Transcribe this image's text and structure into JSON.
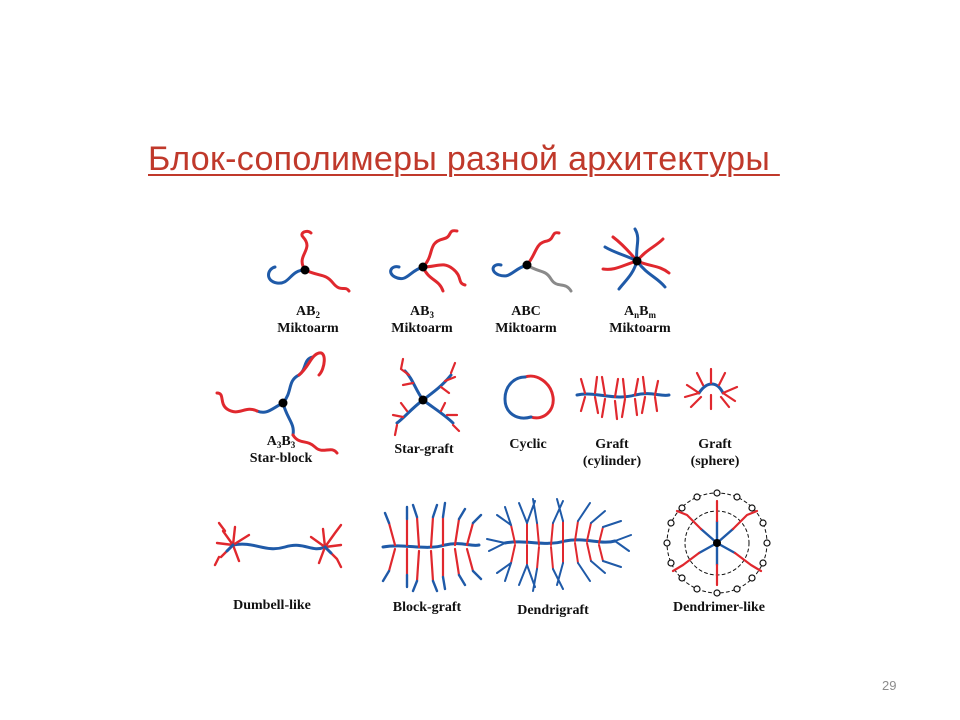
{
  "slide": {
    "title": "Блок-сополимеры разной архитектуры ",
    "page_number": "29"
  },
  "figure": {
    "colors": {
      "block_a": "#e0282e",
      "block_b": "#1f5aa8",
      "block_c": "#8a8a8a",
      "junction": "#000000"
    },
    "labels": {
      "ab2": {
        "main": "AB",
        "sub": "2",
        "line2": "Miktoarm"
      },
      "ab3": {
        "main": "AB",
        "sub": "3",
        "line2": "Miktoarm"
      },
      "abc": {
        "main": "ABC",
        "line2": "Miktoarm"
      },
      "anbm": {
        "a": "A",
        "n": "n",
        "b": "B",
        "m": "m",
        "line2": "Miktoarm"
      },
      "a3b3": {
        "a": "A",
        "sub1": "3",
        "b": "B",
        "sub2": "3",
        "line2": "Star-block"
      },
      "star_graft": "Star-graft",
      "cyclic": "Cyclic",
      "graft_cyl": {
        "line1": "Graft",
        "line2": "(cylinder)"
      },
      "graft_sph": {
        "line1": "Graft",
        "line2": "(sphere)"
      },
      "dumbbell": "Dumbell-like",
      "block_graft": "Block-graft",
      "dendrigraft": "Dendrigraft",
      "dendrimer": "Dendrimer-like"
    }
  }
}
